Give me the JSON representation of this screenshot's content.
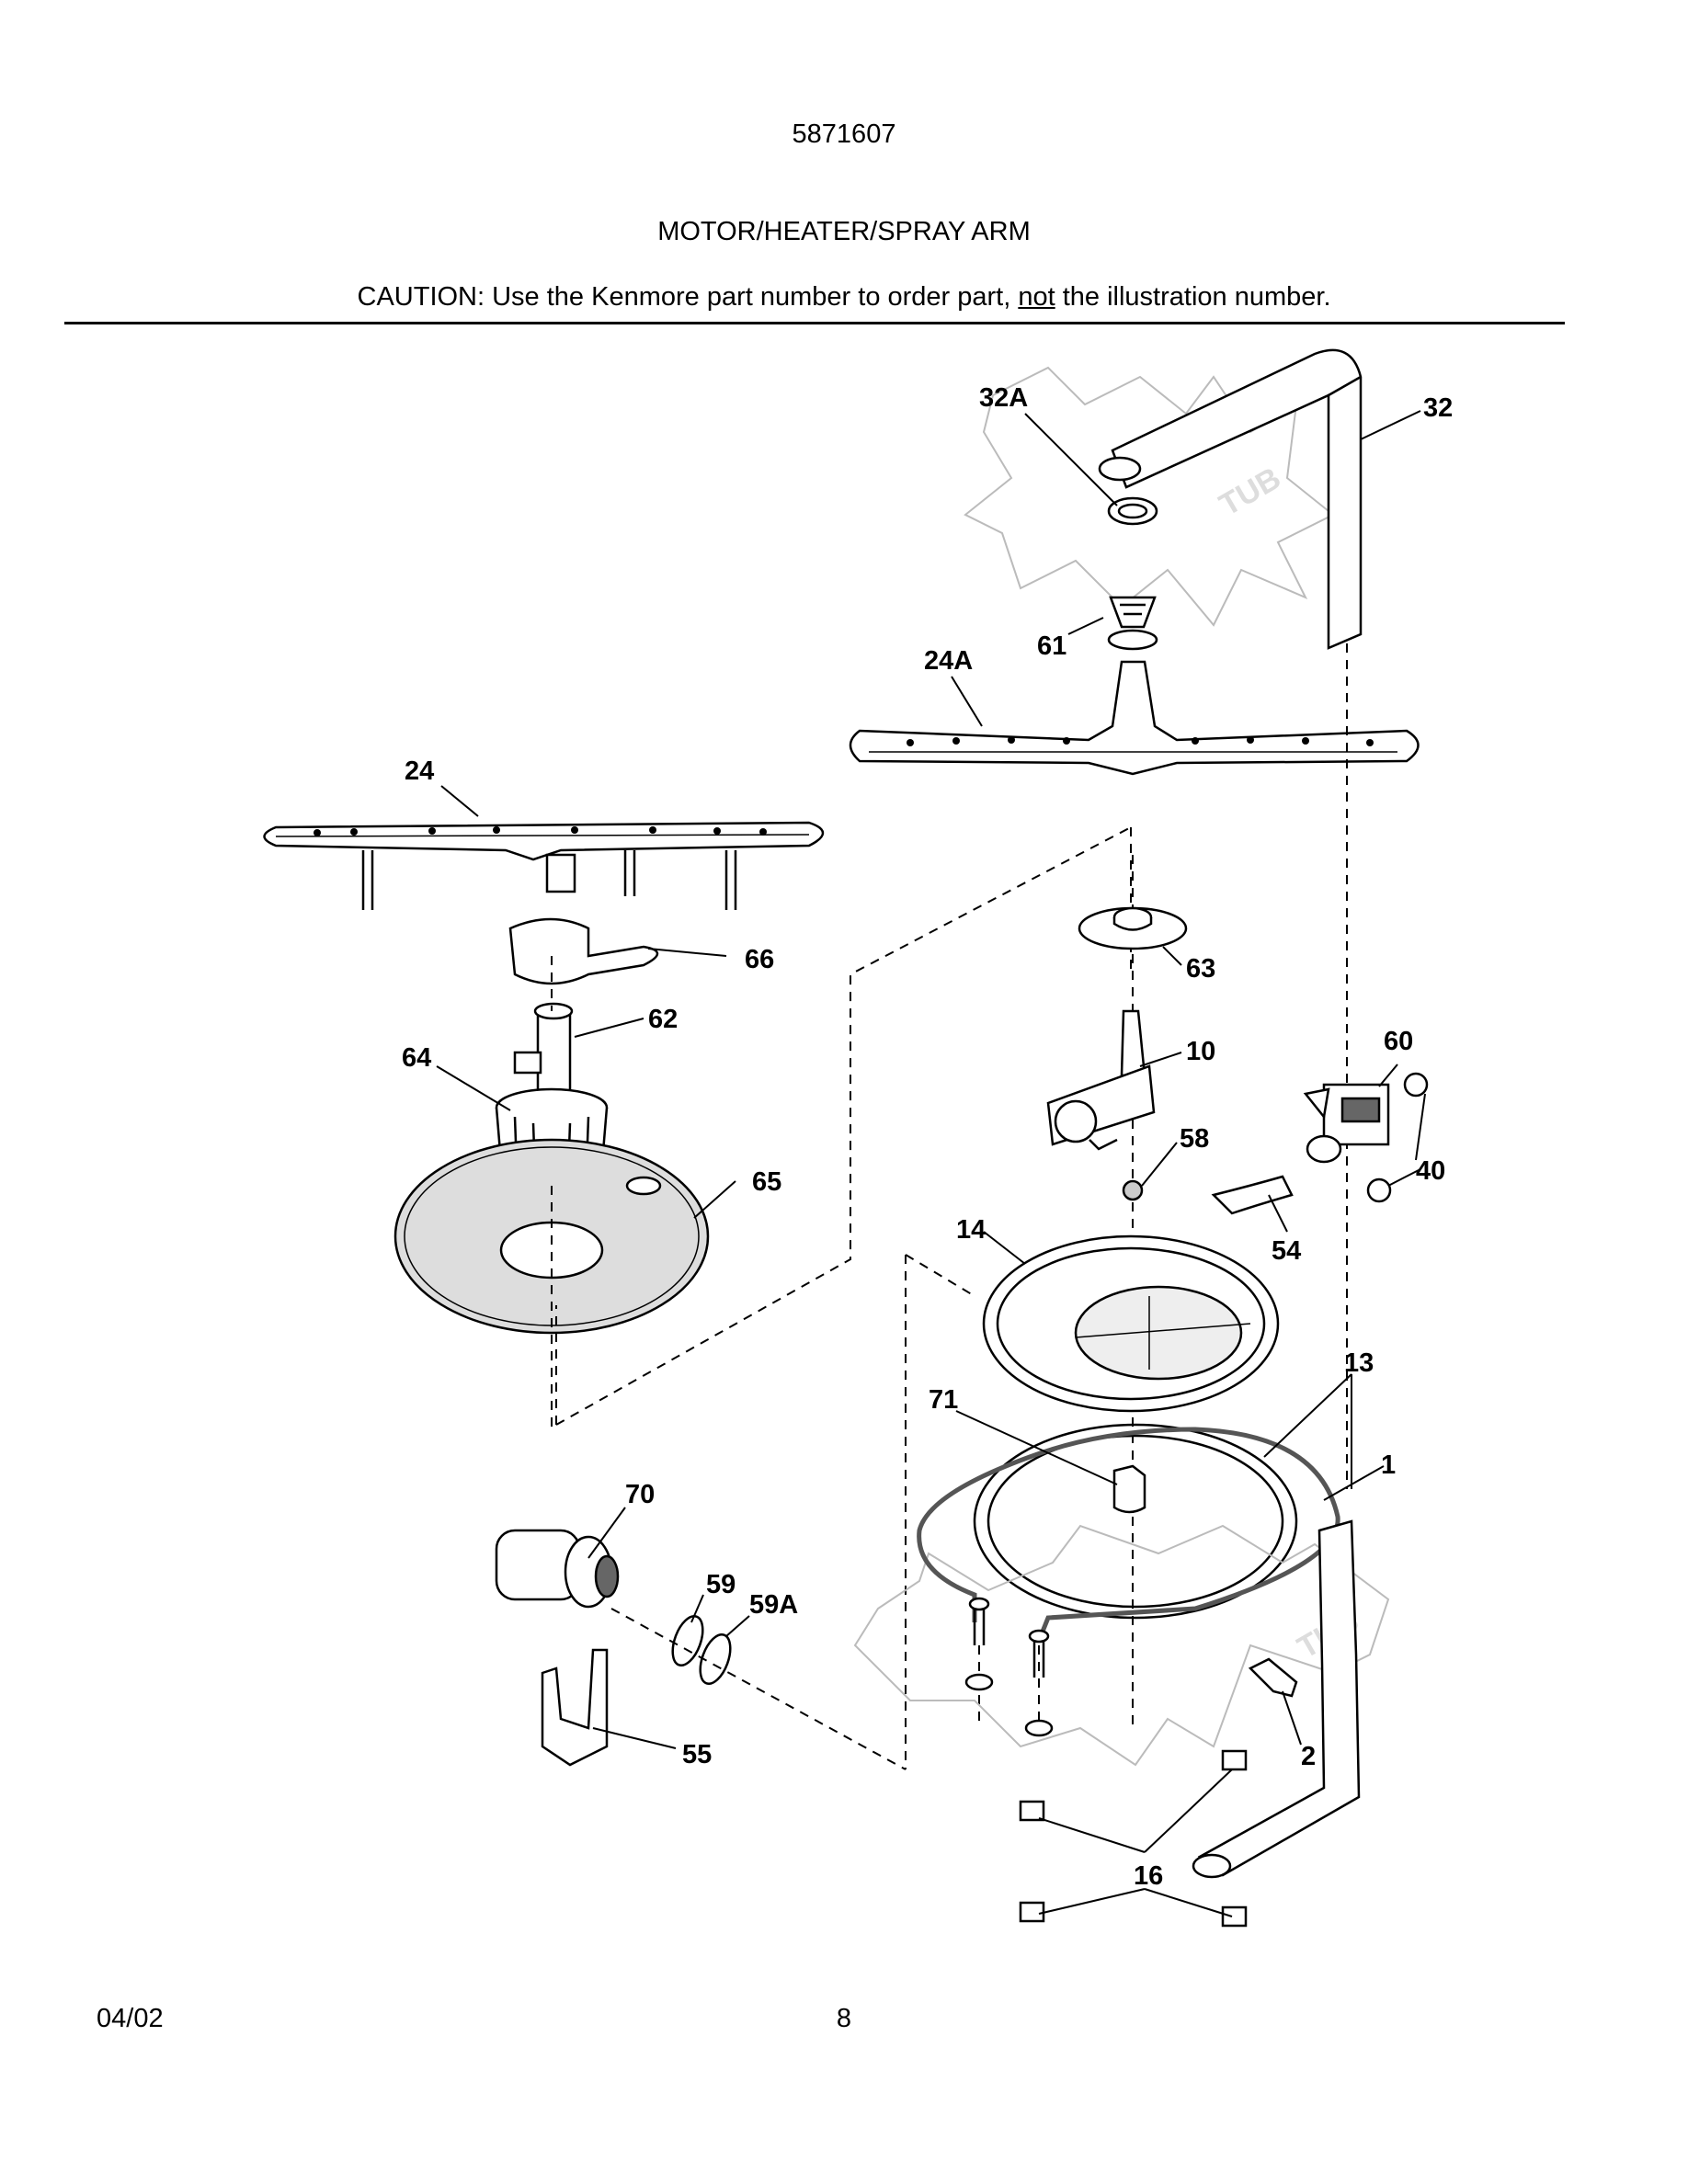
{
  "header": {
    "doc_number": "5871607",
    "title": "MOTOR/HEATER/SPRAY ARM",
    "caution_before": "CAUTION: Use the Kenmore part number to order part, ",
    "caution_emphasis": "not",
    "caution_after": " the illustration number."
  },
  "diagram": {
    "tub_label": "TUB",
    "callouts": {
      "p32A": "32A",
      "p32": "32",
      "p61": "61",
      "p24A": "24A",
      "p24": "24",
      "p66": "66",
      "p62": "62",
      "p64": "64",
      "p65": "65",
      "p63": "63",
      "p10": "10",
      "p60": "60",
      "p58": "58",
      "p40": "40",
      "p14": "14",
      "p54": "54",
      "p13": "13",
      "p71": "71",
      "p1": "1",
      "p70": "70",
      "p59": "59",
      "p59A": "59A",
      "p55": "55",
      "p2": "2",
      "p16": "16"
    }
  },
  "footer": {
    "date": "04/02",
    "page": "8"
  }
}
